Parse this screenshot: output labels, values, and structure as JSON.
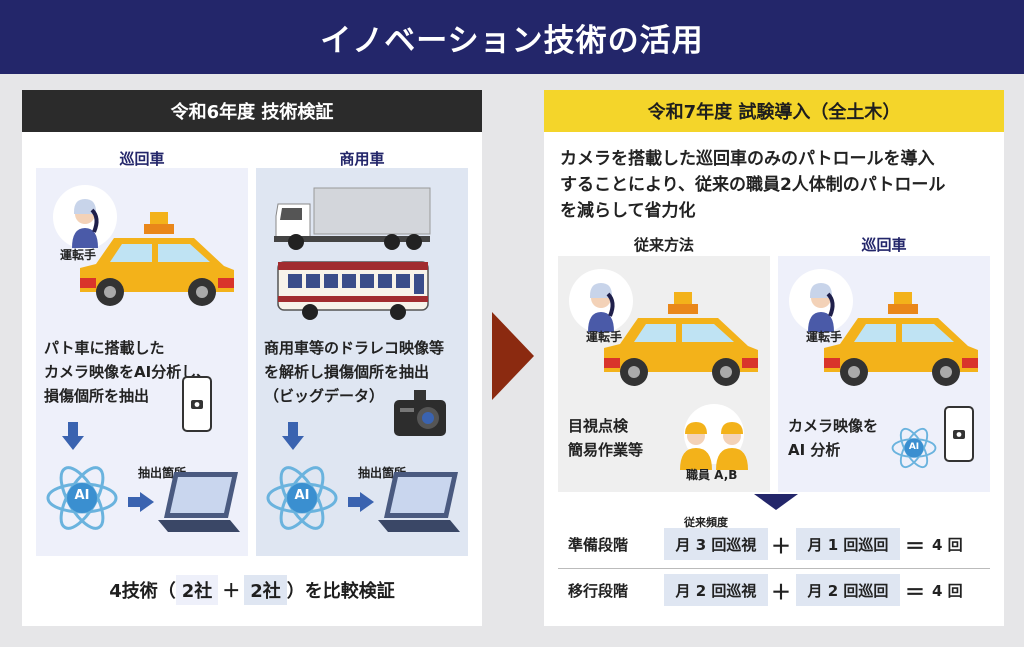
{
  "title": "イノベーション技術の活用",
  "left": {
    "header": "令和6年度 技術検証",
    "col1": {
      "heading": "巡回車",
      "driver_label": "運転手",
      "desc": [
        "パト車に搭載した",
        "カメラ映像をAI分析し、",
        "損傷個所を抽出"
      ],
      "extract_label": "抽出箇所",
      "ai_label": "AI"
    },
    "col2": {
      "heading": "商用車",
      "desc": [
        "商用車等のドラレコ映像等",
        "を解析し損傷個所を抽出",
        "（ビッグデータ）"
      ],
      "extract_label": "抽出箇所",
      "ai_label": "AI"
    },
    "footer": {
      "part1": "4技術（",
      "co1": "2社",
      "plus": "＋",
      "co2": "2社",
      "part2": "）を比較検証"
    }
  },
  "right": {
    "header": "令和7年度 試験導入（全土木）",
    "desc": [
      "カメラを搭載した巡回車のみのパトロールを導入",
      "することにより、従来の職員2人体制のパトロール",
      "を減らして省力化"
    ],
    "col1": {
      "heading": "従来方法",
      "driver_label": "運転手",
      "desc": [
        "目視点検",
        "簡易作業等"
      ],
      "staff_label": "職員 A,B"
    },
    "col2": {
      "heading": "巡回車",
      "driver_label": "運転手",
      "desc": [
        "カメラ映像を",
        "AI 分析"
      ],
      "ai_label": "AI"
    },
    "table": {
      "freq_label": "従来頻度",
      "rows": [
        {
          "stage": "準備段階",
          "a": "月 3 回巡視",
          "plus": "＋",
          "b": "月 1 回巡回",
          "eq": "＝",
          "total": "4 回"
        },
        {
          "stage": "移行段階",
          "a": "月 2 回巡視",
          "plus": "＋",
          "b": "月 2 回巡回",
          "eq": "＝",
          "total": "4 回"
        }
      ]
    }
  },
  "colors": {
    "navy": "#23266a",
    "header_dark": "#2b2b2b",
    "header_yellow": "#f4d52a",
    "arrow": "#8b2a10",
    "car_yellow": "#f3b21a"
  }
}
